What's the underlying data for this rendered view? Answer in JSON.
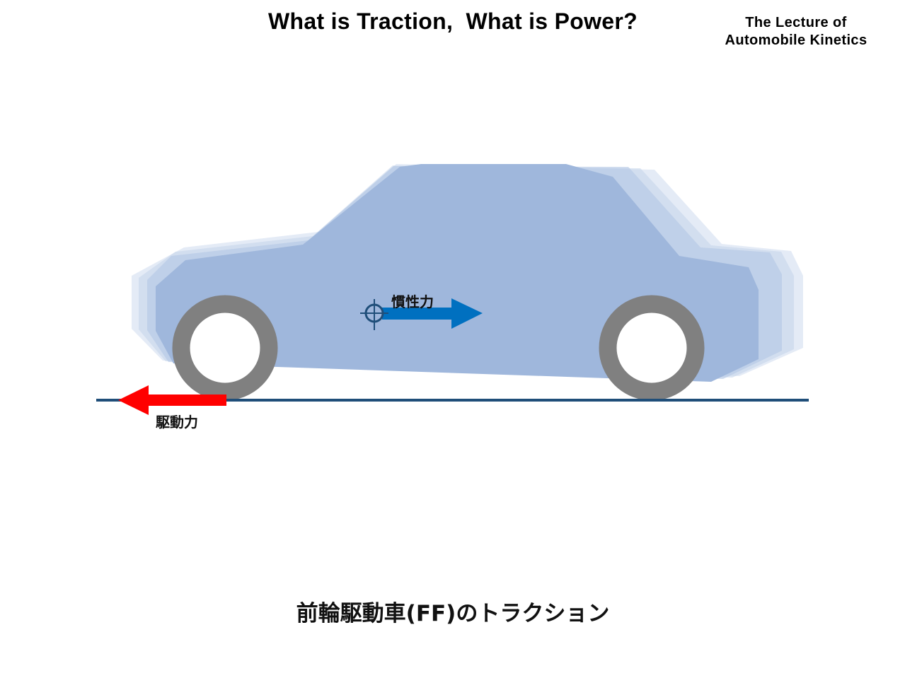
{
  "header": {
    "title": "What is Traction,  What is Power?",
    "lecture_line1": "The Lecture of",
    "lecture_line2": "Automobile Kinetics"
  },
  "diagram": {
    "inertia_label": "慣性力",
    "drive_force_label": "駆動力",
    "colors": {
      "body": "#9fb7dc",
      "body_ghost": "#c3d3ea",
      "tire": "#808080",
      "ground": "#1f4e79",
      "inertia_arrow": "#0070c0",
      "drive_arrow": "#ff0000",
      "cg_marker": "#1f4e79"
    },
    "icons": [
      "car-body",
      "front-wheel",
      "rear-wheel",
      "center-of-gravity-marker",
      "inertia-arrow",
      "drive-force-arrow"
    ]
  },
  "caption": "前輪駆動車(FF)のトラクション"
}
